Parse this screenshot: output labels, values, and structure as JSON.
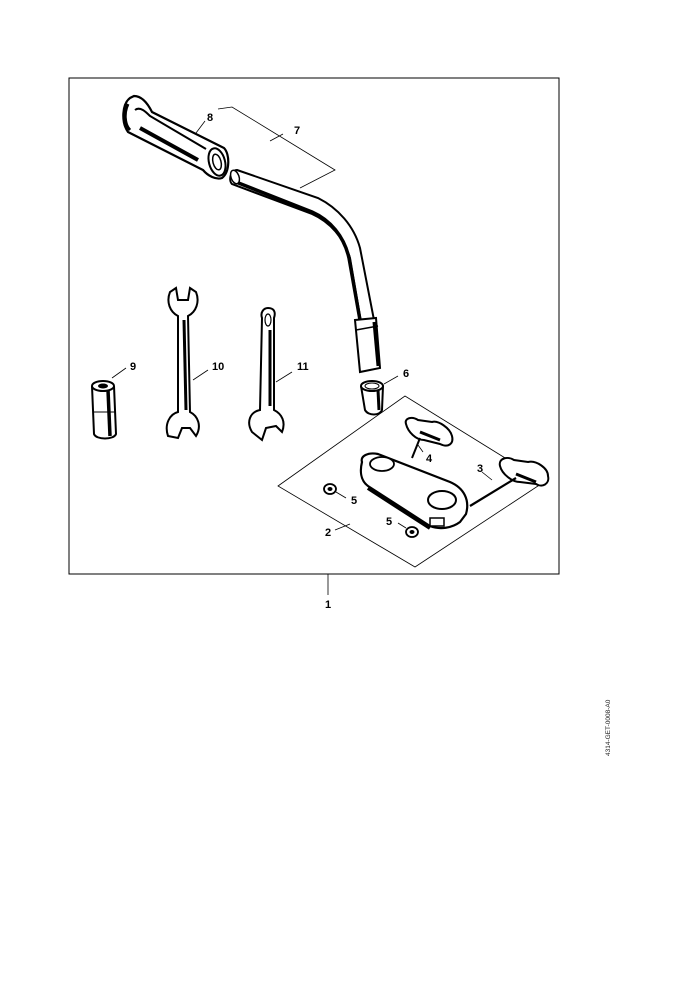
{
  "diagram": {
    "callouts": [
      {
        "id": "1",
        "label": "1"
      },
      {
        "id": "2",
        "label": "2"
      },
      {
        "id": "3",
        "label": "3"
      },
      {
        "id": "4",
        "label": "4"
      },
      {
        "id": "5a",
        "label": "5"
      },
      {
        "id": "5b",
        "label": "5"
      },
      {
        "id": "6",
        "label": "6"
      },
      {
        "id": "7",
        "label": "7"
      },
      {
        "id": "8",
        "label": "8"
      },
      {
        "id": "9",
        "label": "9"
      },
      {
        "id": "10",
        "label": "10"
      },
      {
        "id": "11",
        "label": "11"
      }
    ],
    "document_code": "4314-GET-0008-A0"
  }
}
